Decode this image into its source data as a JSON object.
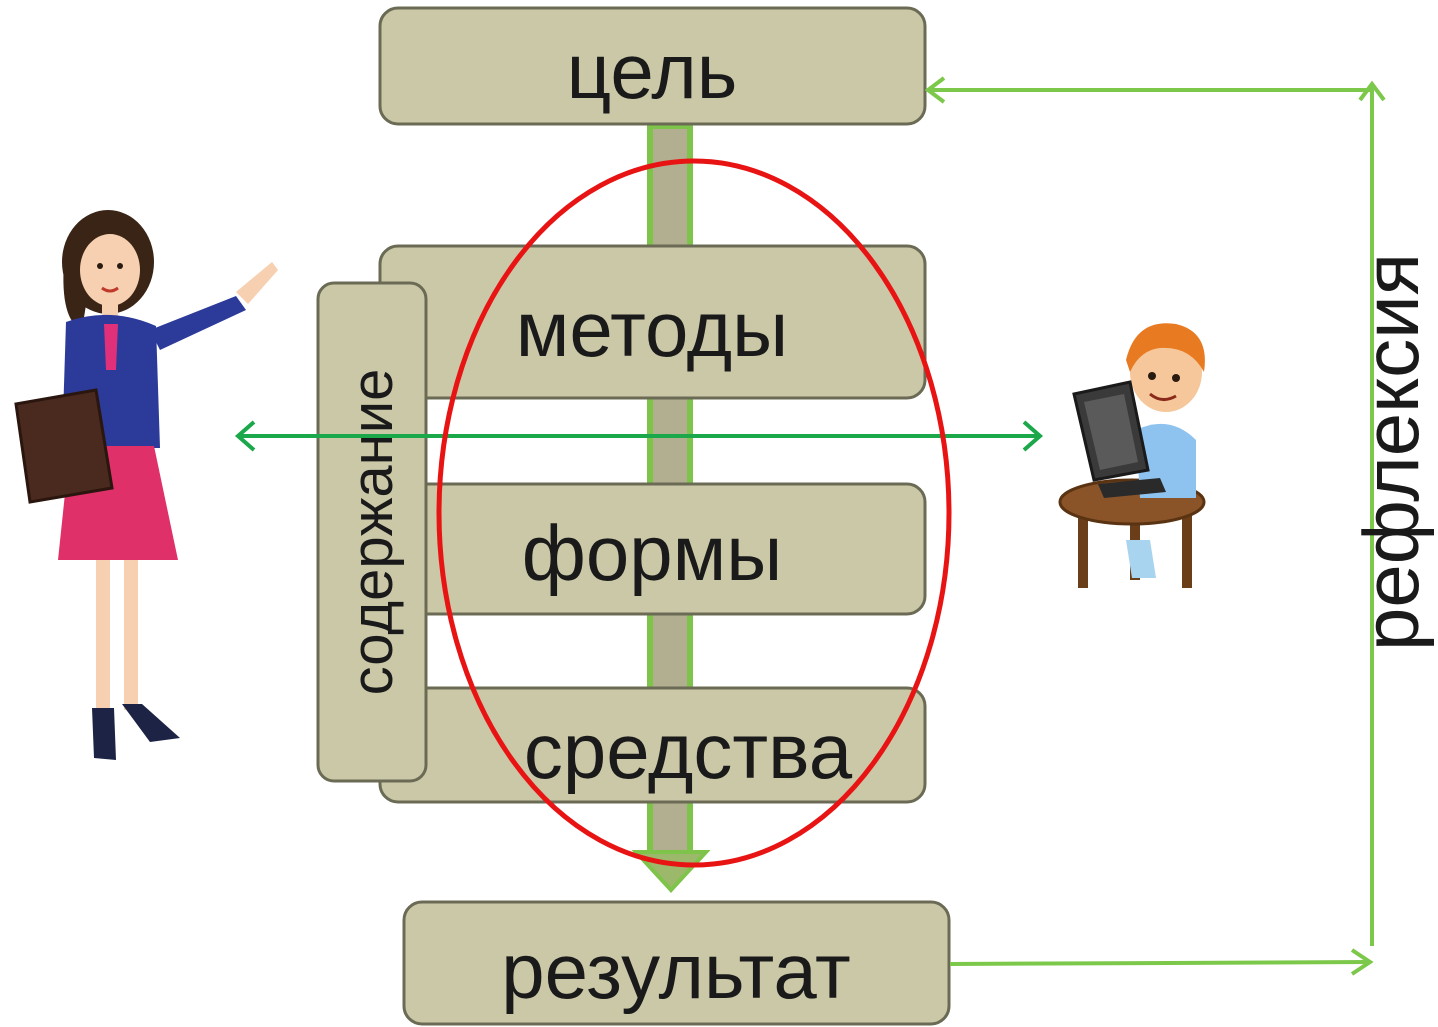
{
  "boxes": {
    "goal": "цель",
    "methods": "методы",
    "forms": "формы",
    "means": "средства",
    "result": "результат"
  },
  "side_labels": {
    "content": "содержание",
    "reflection": "рефлексия"
  },
  "figures": {
    "teacher": "teacher-figure",
    "student": "student-at-computer-figure"
  },
  "colors": {
    "box_fill": "#cbc8a8",
    "box_stroke": "#6b6b55",
    "flow_arrow": "#9cb86a",
    "flow_arrow_stroke": "#7fc44a",
    "reflection_arrow": "#7cc84a",
    "interaction_arrow": "#1aa84a",
    "highlight_ellipse": "#e81414"
  }
}
